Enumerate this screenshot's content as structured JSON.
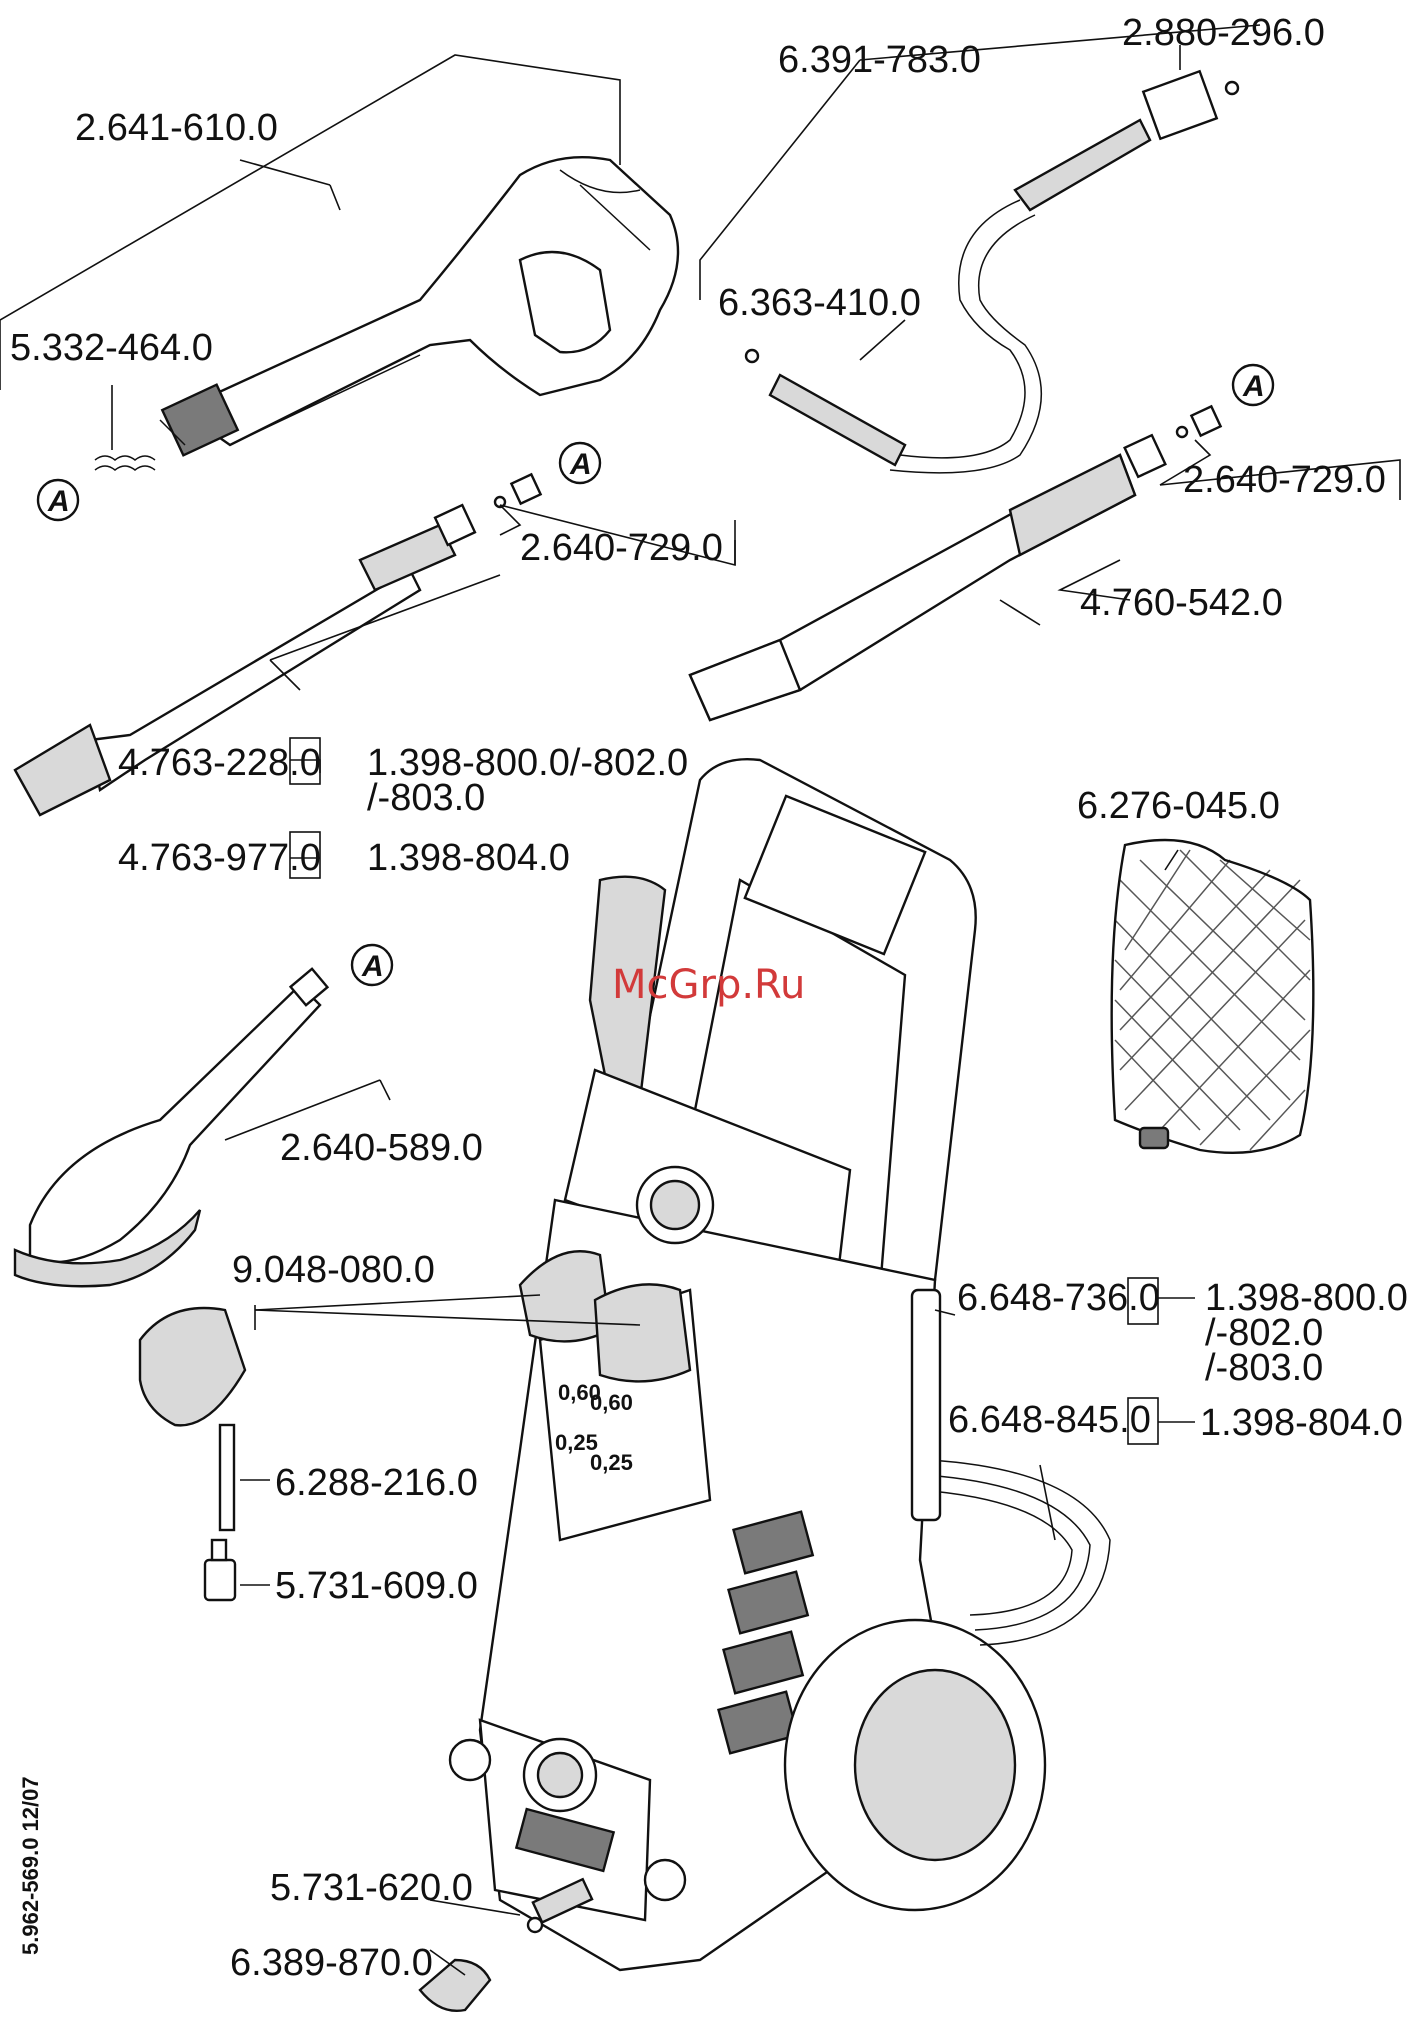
{
  "watermark": "McGrp.Ru",
  "doc_code": "5.962-569.0  12/07",
  "marker_letter": "A",
  "parts": {
    "p_2641610": "2.641-610.0",
    "p_5332464": "5.332-464.0",
    "p_6391783": "6.391-783.0",
    "p_2880296": "2.880-296.0",
    "p_6363410": "6.363-410.0",
    "p_2640729_left": "2.640-729.0",
    "p_2640729_right": "2.640-729.0",
    "p_4760542": "4.760-542.0",
    "p_4763228": "4.763-228.0",
    "p_1398800_a": "1.398-800.0/-802.0",
    "p_803_a": "/-803.0",
    "p_4763977": "4.763-977.0",
    "p_1398804_a": "1.398-804.0",
    "p_6276045": "6.276-045.0",
    "p_2640589": "2.640-589.0",
    "p_9048080": "9.048-080.0",
    "p_6648736": "6.648-736.0",
    "p_1398800_b": "1.398-800.0",
    "p_802_b": "/-802.0",
    "p_803_b": "/-803.0",
    "p_6648845": "6.648-845.0",
    "p_1398804_b": "1.398-804.0",
    "p_6288216": "6.288-216.0",
    "p_5731609": "5.731-609.0",
    "p_5731620": "5.731-620.0",
    "p_6389870": "6.389-870.0"
  },
  "knob_marks": {
    "k1": "0,60",
    "k2": "0,25",
    "k3": "0,60",
    "k4": "0,25"
  }
}
